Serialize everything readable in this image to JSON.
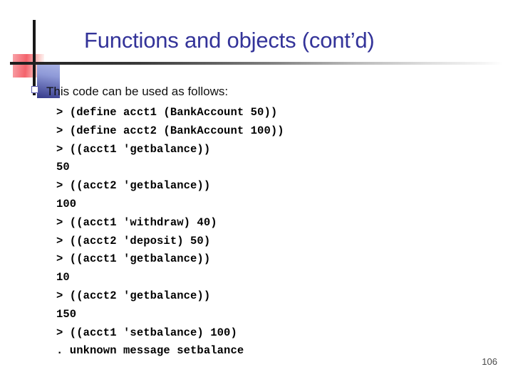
{
  "slide": {
    "title": "Functions and objects (cont’d)",
    "title_color": "#333399",
    "page_number": "106",
    "bullet": {
      "marker_icon": "hollow-square-bullet-icon",
      "text": "This code can be used as follows:"
    },
    "decoration": {
      "yellow_square_color": "#ffcb35",
      "red_square_color": "#f4636c",
      "blue_square_color": "#3a3f8f",
      "rule_color": "#1b1b1b"
    },
    "code_lines": [
      "> (define acct1 (BankAccount 50))",
      "> (define acct2 (BankAccount 100))",
      "> ((acct1 'getbalance))",
      "50",
      "> ((acct2 'getbalance))",
      "100",
      "> ((acct1 'withdraw) 40)",
      "> ((acct2 'deposit) 50)",
      "> ((acct1 'getbalance))",
      "10",
      "> ((acct2 'getbalance))",
      "150",
      "> ((acct1 'setbalance) 100)",
      ". unknown message setbalance"
    ]
  }
}
